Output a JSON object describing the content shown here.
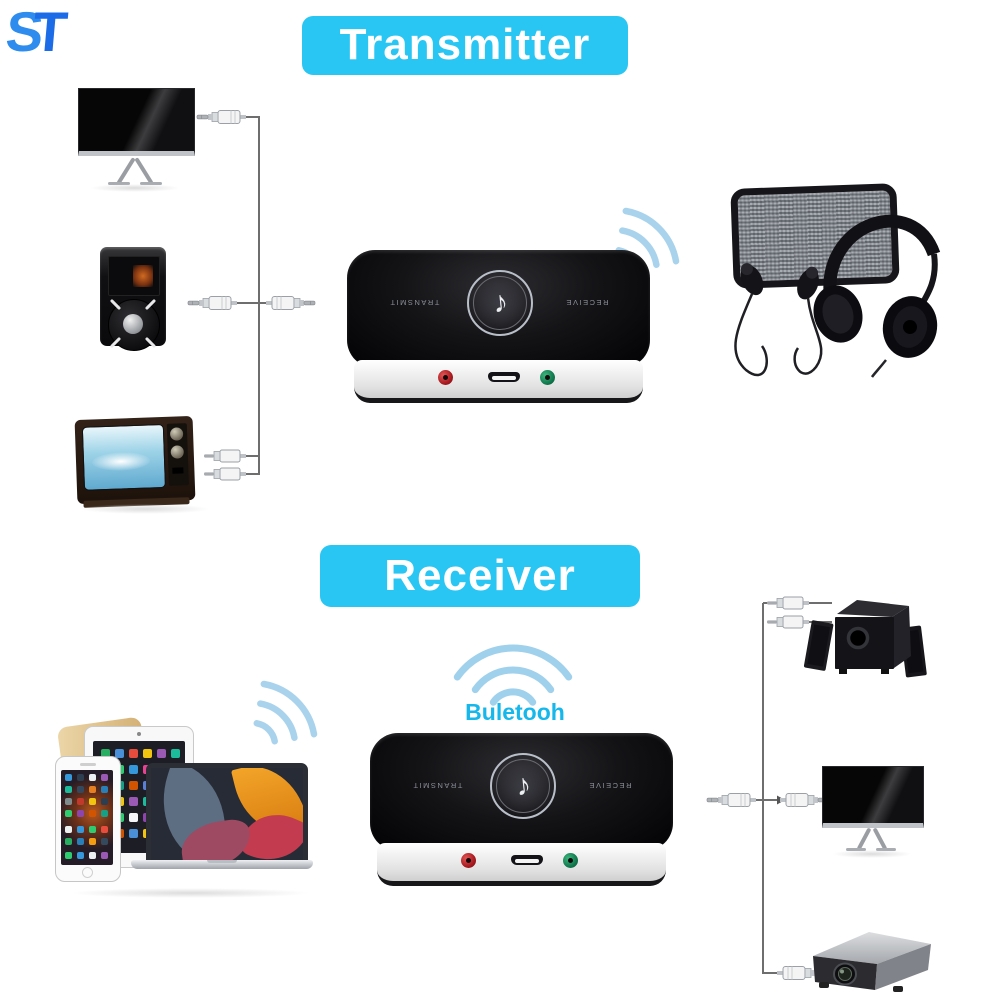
{
  "brand": {
    "logo_s": "S",
    "logo_t": "T"
  },
  "sections": {
    "transmitter": {
      "title": "Transmitter"
    },
    "receiver": {
      "title": "Receiver",
      "wireless_label": "Buletooh"
    }
  },
  "device": {
    "left_label": "TRANSMIT",
    "right_label": "RECEIVE",
    "logo_glyph": "♪"
  },
  "icons": {
    "wireless_waves": "wifi-waves-icon",
    "music_note": "music-note-icon",
    "audio_jack": "aux-jack-plug-icon",
    "rca_plug": "rca-plug-icon"
  },
  "colors": {
    "accent_cyan": "#29c6f4",
    "bluetooth_text": "#16b7eb",
    "logo_blue_s": "#2e8cee",
    "logo_blue_t": "#1c6ce8",
    "port_red": "#a81a1f",
    "port_green": "#117a4e",
    "wave_blue": "#a9d3ec"
  }
}
